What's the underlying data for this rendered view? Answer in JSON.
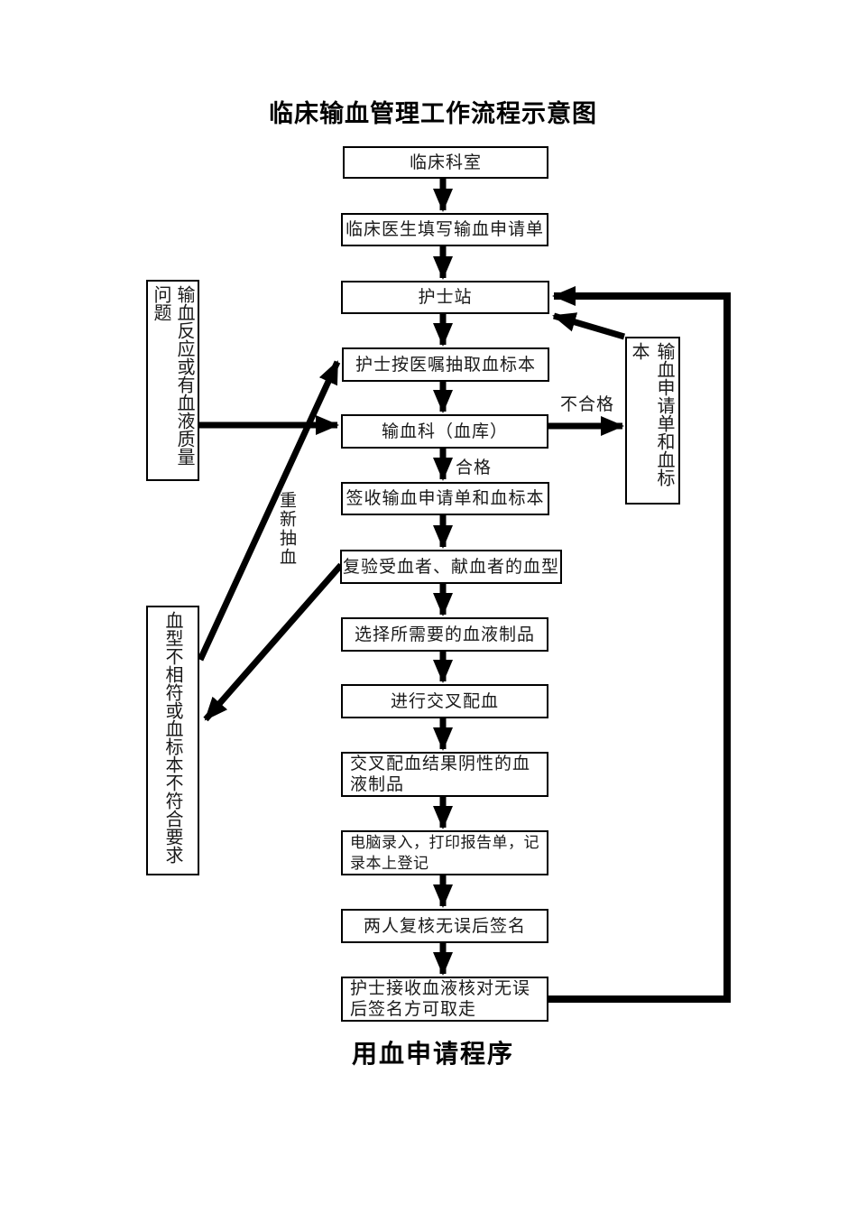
{
  "page": {
    "title": "临床输血管理工作流程示意图",
    "footer_title": "用血申请程序"
  },
  "flowchart": {
    "nodes": {
      "clinical_dept": "临床科室",
      "doctor_fills_form": "临床医生填写输血申请单",
      "nurse_station": "护士站",
      "nurse_draws_sample": "护士按医嘱抽取血标本",
      "blood_bank": "输血科（血库）",
      "sign_receive_form_sample": "签收输血申请单和血标本",
      "reverify_blood_types": "复验受血者、献血者的血型",
      "select_blood_products": "选择所需要的血液制品",
      "perform_crossmatch": "进行交叉配血",
      "negative_crossmatch_products": "交叉配血结果阴性的血液制品",
      "computer_entry_print_register": "电脑录入，打印报告单，记录本上登记",
      "two_person_check_sign": "两人复核无误后签名",
      "nurse_receive_verify_sign": "护士接收血液核对无误后签名方可取走",
      "transfusion_reaction_quality_problem": "输血反应或有血液质量问题",
      "blood_type_mismatch": "血型不相符或血标本不符合要求",
      "application_form_and_sample": "输血申请单和血标本"
    },
    "edge_labels": {
      "qualified": "合格",
      "unqualified": "不合格",
      "redraw_blood": "重新抽血"
    }
  }
}
